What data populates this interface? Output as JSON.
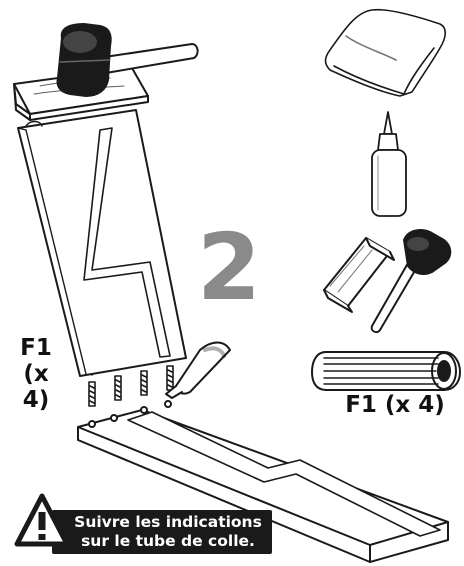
{
  "step": {
    "number": "2"
  },
  "parts": {
    "dowel_label_left_line1": "F1",
    "dowel_label_left_line2": "(x 4)",
    "dowel_label_right": "F1 (x 4)"
  },
  "warning": {
    "line1": "Suivre les indications",
    "line2": "sur le tube de colle."
  },
  "tools": [
    {
      "name": "cloth",
      "icon": "cloth-icon"
    },
    {
      "name": "glue-bottle",
      "icon": "glue-bottle-icon"
    },
    {
      "name": "hammer-block",
      "icon": "hammer-block-icon"
    },
    {
      "name": "dowel",
      "icon": "dowel-icon"
    }
  ],
  "colors": {
    "ink": "#1a1a1a",
    "step_grey": "#8a8a8a",
    "paper": "#ffffff"
  }
}
